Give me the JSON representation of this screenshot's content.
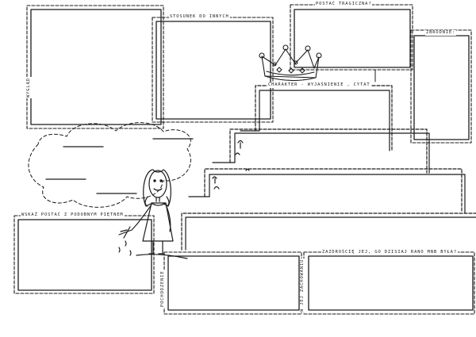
{
  "labels": {
    "stosunek": "STOSUNEK DO INNYCH",
    "postac_tragiczna": "POSTAĆ TRAGICZNA?",
    "zbrodnie": "ZBRODNIE:",
    "charakter": "CHARAKTER - WYJAŚNIENIE , CYTAT",
    "wskaz_postac": "WSKAŻ POSTAĆ Z PODOBNYM PIĘTNEM",
    "pochodzenie": "POCHODZENIE",
    "zadrosc": "ZAZDROŚCIĘ JEJ, GO DZISIAJ RANO MNB BYŁA?",
    "w_jej_zachowaniu": "W JEJ ZACHOWANIU",
    "wyglad": "WYGLĄD"
  },
  "colors": {
    "ink": "#1b1b1b",
    "paper": "#ffffff"
  }
}
